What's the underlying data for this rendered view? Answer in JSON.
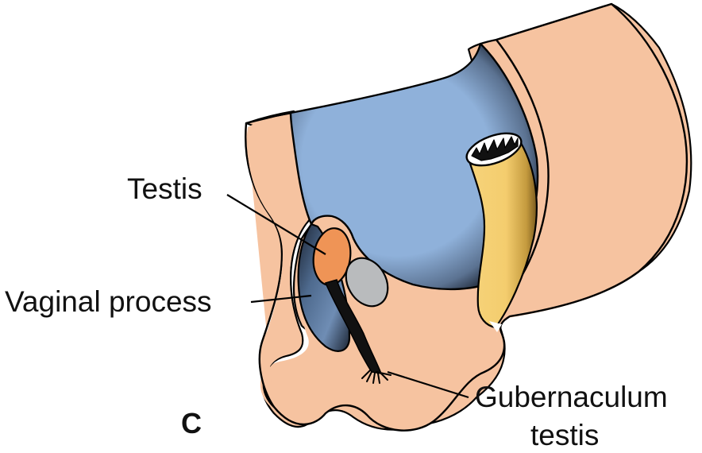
{
  "labels": {
    "testis": "Testis",
    "vaginal_process": "Vaginal process",
    "gubernaculum_line1": "Gubernaculum",
    "gubernaculum_line2": "testis",
    "panel": "C"
  },
  "colors": {
    "tissue": "#F6C3A0",
    "cavity": "#8FB1DA",
    "cavity_dark": "#1B2433",
    "tube": "#F4CD6E",
    "testis": "#EF9456",
    "kidney": "#B9BBBD",
    "stroke": "#000000"
  }
}
